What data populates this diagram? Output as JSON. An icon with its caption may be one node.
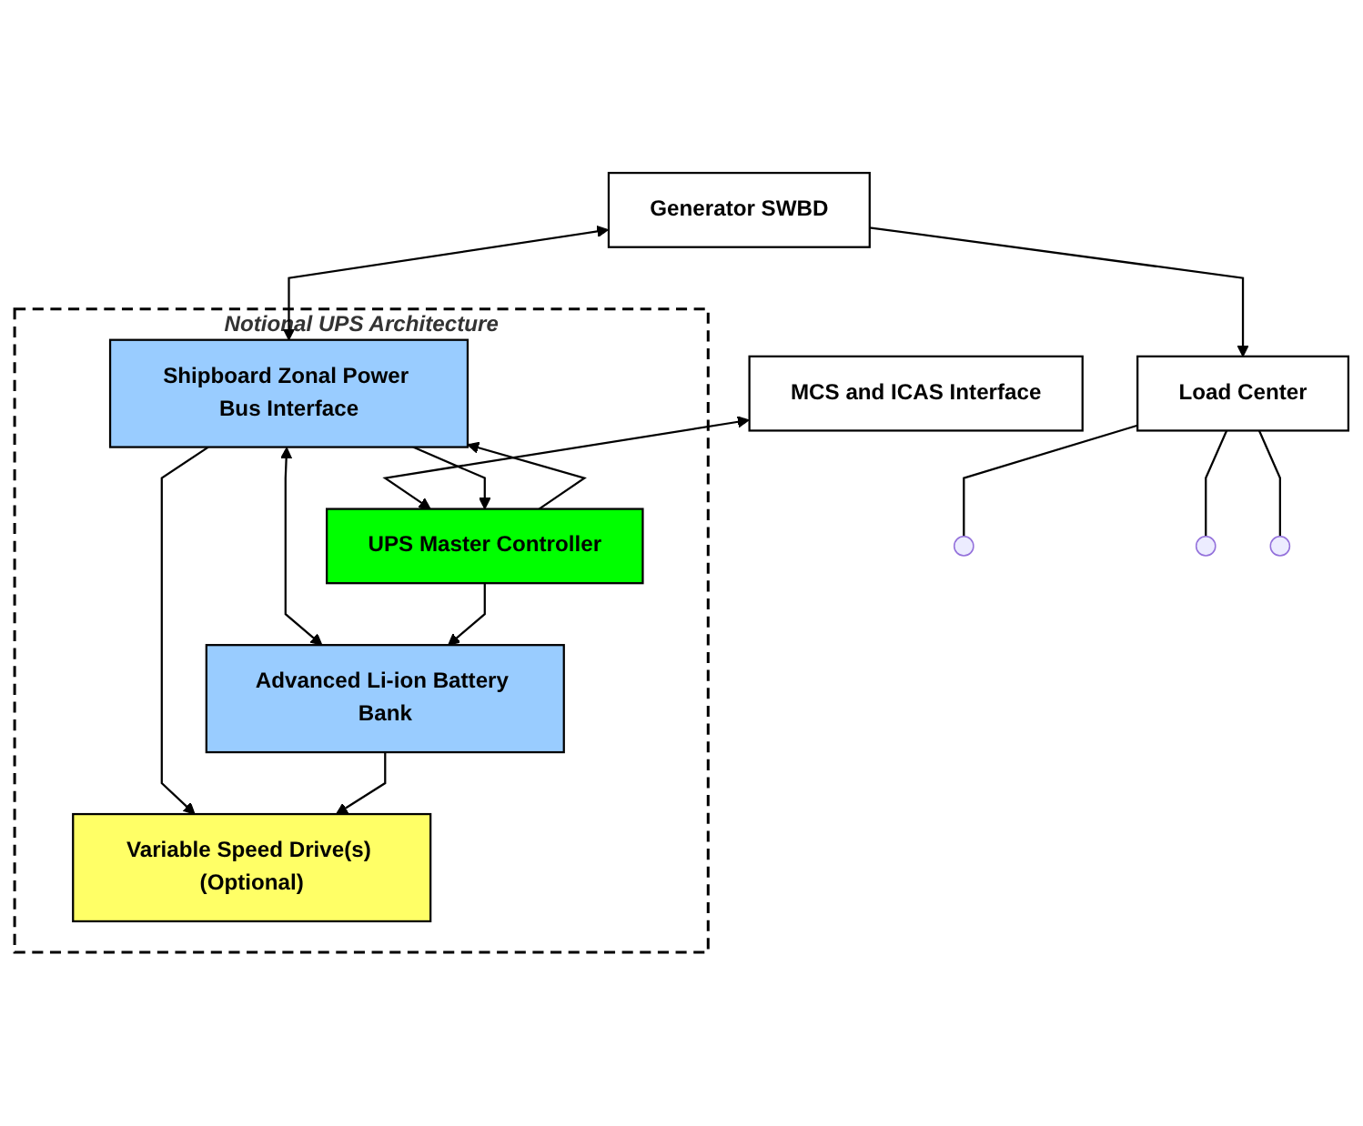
{
  "diagram": {
    "nodes": [
      {
        "text": [
          "Generator SWBD"
        ]
      },
      {
        "text": [
          "Load Center"
        ]
      },
      {
        "text": [
          "MCS and ICAS Interface"
        ]
      },
      {
        "text": [
          "Notional UPS Architecture"
        ]
      },
      {
        "text": [
          "Shipboard Zonal Power Bus Interface"
        ],
        "in": 3
      },
      {
        "text": [
          "UPS Master Controller"
        ],
        "in": 3
      },
      {
        "text": [
          "Variable Speed Drive(s) (Optional)"
        ],
        "in": 3
      },
      {
        "text": [
          "Advanced Li-ion Battery Bank"
        ],
        "in": 3
      }
    ],
    "edges": [
      {
        "from": 0,
        "to": 1,
        "arrow": "to"
      },
      {
        "from": 0,
        "to": 4,
        "arrow": "both"
      },
      {
        "from": 2,
        "to": 5,
        "arrow": "both"
      },
      {
        "from": 5,
        "to": 4,
        "arrow": "to"
      },
      {
        "from": 4,
        "to": 5,
        "arrow": "to"
      },
      {
        "from": 4,
        "to": 7,
        "arrow": "both"
      },
      {
        "from": 4,
        "to": 6,
        "arrow": "to"
      },
      {
        "from": 7,
        "to": 6,
        "arrow": "to"
      },
      {
        "from": 5,
        "to": 7,
        "arrow": "to"
      },
      {
        "from": 1,
        "to": null,
        "arrow": "none"
      },
      {
        "from": 1,
        "to": null,
        "arrow": "none"
      },
      {
        "from": 1,
        "to": null,
        "arrow": "none"
      }
    ]
  }
}
